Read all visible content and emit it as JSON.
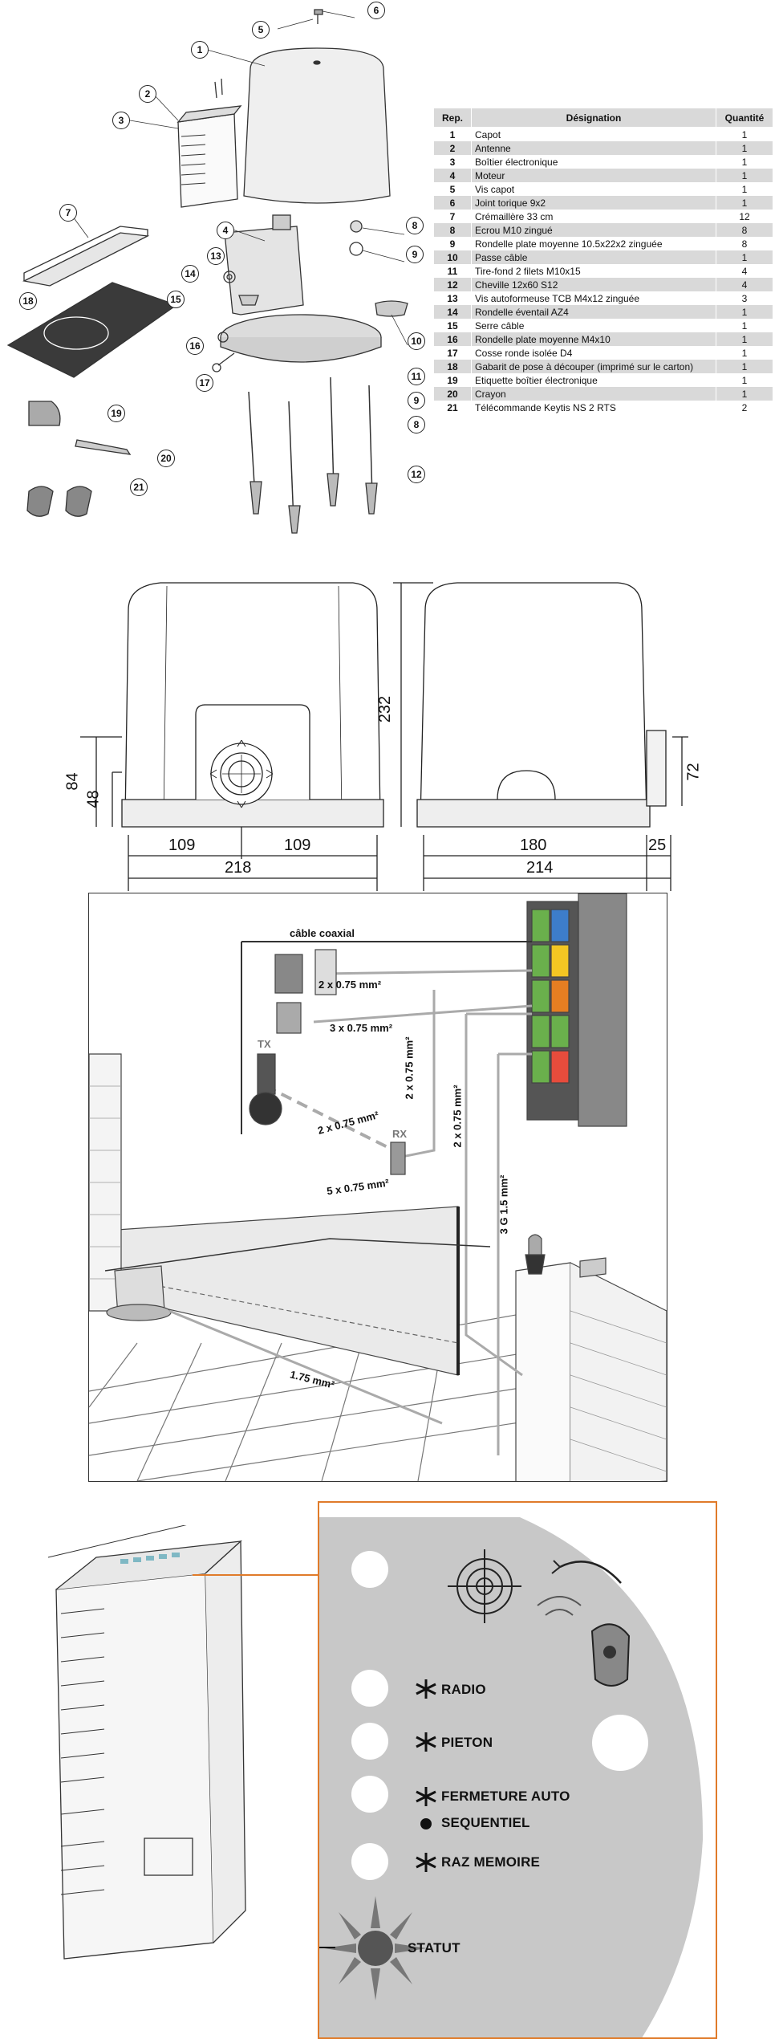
{
  "callouts": [
    "1",
    "2",
    "3",
    "4",
    "5",
    "6",
    "7",
    "8",
    "9",
    "10",
    "11",
    "12",
    "13",
    "14",
    "15",
    "16",
    "17",
    "18",
    "19",
    "20",
    "21",
    "8",
    "9"
  ],
  "parts_table": {
    "headers": {
      "rep": "Rep.",
      "designation": "Désignation",
      "qty": "Quantité"
    },
    "rows": [
      {
        "rep": "1",
        "designation": "Capot",
        "qty": "1"
      },
      {
        "rep": "2",
        "designation": "Antenne",
        "qty": "1"
      },
      {
        "rep": "3",
        "designation": "Boîtier électronique",
        "qty": "1"
      },
      {
        "rep": "4",
        "designation": "Moteur",
        "qty": "1"
      },
      {
        "rep": "5",
        "designation": "Vis capot",
        "qty": "1"
      },
      {
        "rep": "6",
        "designation": "Joint torique 9x2",
        "qty": "1"
      },
      {
        "rep": "7",
        "designation": "Crémaillère 33 cm",
        "qty": "12"
      },
      {
        "rep": "8",
        "designation": "Ecrou M10 zingué",
        "qty": "8"
      },
      {
        "rep": "9",
        "designation": "Rondelle plate moyenne 10.5x22x2 zinguée",
        "qty": "8"
      },
      {
        "rep": "10",
        "designation": "Passe câble",
        "qty": "1"
      },
      {
        "rep": "11",
        "designation": "Tire-fond 2 filets M10x15",
        "qty": "4"
      },
      {
        "rep": "12",
        "designation": "Cheville 12x60 S12",
        "qty": "4"
      },
      {
        "rep": "13",
        "designation": "Vis autoformeuse TCB M4x12 zinguée",
        "qty": "3"
      },
      {
        "rep": "14",
        "designation": "Rondelle éventail AZ4",
        "qty": "1"
      },
      {
        "rep": "15",
        "designation": "Serre câble",
        "qty": "1"
      },
      {
        "rep": "16",
        "designation": "Rondelle plate moyenne M4x10",
        "qty": "1"
      },
      {
        "rep": "17",
        "designation": "Cosse ronde isolée D4",
        "qty": "1"
      },
      {
        "rep": "18",
        "designation": "Gabarit de pose à découper (imprimé sur le carton)",
        "qty": "1"
      },
      {
        "rep": "19",
        "designation": "Etiquette boîtier électronique",
        "qty": "1"
      },
      {
        "rep": "20",
        "designation": "Crayon",
        "qty": "1"
      },
      {
        "rep": "21",
        "designation": "Télécommande Keytis NS 2 RTS",
        "qty": "2"
      }
    ]
  },
  "dimensions": {
    "front_height": "232",
    "front_mid": "84",
    "front_low": "48",
    "front_half_left": "109",
    "front_half_right": "109",
    "front_width": "218",
    "side_bracket": "72",
    "side_depth": "180",
    "side_offset": "25",
    "side_total": "214"
  },
  "wiring": {
    "coax": "câble coaxial",
    "w1": "2 x 0.75 mm²",
    "w2": "3 x 0.75 mm²",
    "w3": "2 x 0.75 mm²",
    "w4": "2 x 0.75 mm²",
    "w5": "5 x 0.75 mm²",
    "w6": "2 x 0.75 mm²",
    "w7": "3 G 1.5 mm²",
    "w8": "1.75 mm²",
    "tx": "TX",
    "rx": "RX"
  },
  "leds": {
    "radio": "RADIO",
    "pieton": "PIETON",
    "fermeture": "FERMETURE AUTO",
    "sequentiel": "SEQUENTIEL",
    "raz": "RAZ MEMOIRE",
    "statut": "STATUT"
  },
  "colors": {
    "accent": "#e07b2a",
    "panel_gray": "#c8c8c8",
    "table_stripe": "#d9d9d9"
  }
}
